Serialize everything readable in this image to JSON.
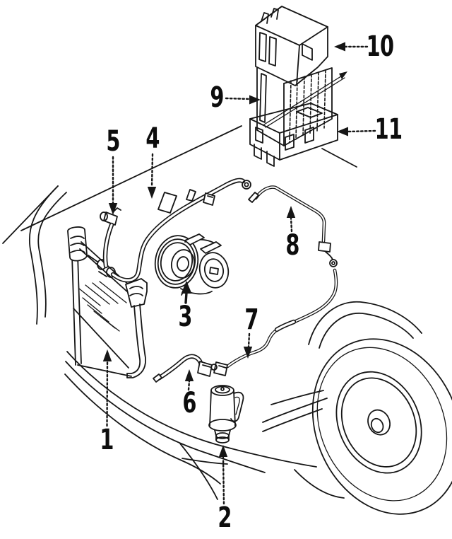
{
  "figure": {
    "type": "parts-diagram",
    "colors": {
      "background": "#ffffff",
      "line": "#161616"
    },
    "callouts": [
      {
        "id": 1,
        "label": "1"
      },
      {
        "id": 2,
        "label": "2"
      },
      {
        "id": 3,
        "label": "3"
      },
      {
        "id": 4,
        "label": "4"
      },
      {
        "id": 5,
        "label": "5"
      },
      {
        "id": 6,
        "label": "6"
      },
      {
        "id": 7,
        "label": "7"
      },
      {
        "id": 8,
        "label": "8"
      },
      {
        "id": 9,
        "label": "9"
      },
      {
        "id": 10,
        "label": "10"
      },
      {
        "id": 11,
        "label": "11"
      }
    ]
  }
}
